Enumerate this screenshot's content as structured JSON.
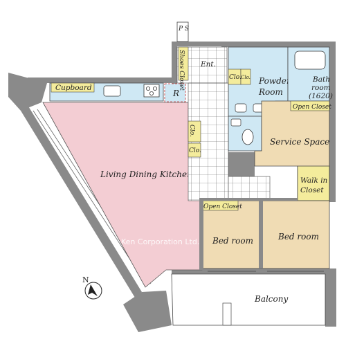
{
  "rooms": {
    "ldk": "Living Dining Kitchen",
    "cupboard": "Cupboard",
    "refrigerator": "R",
    "entrance": "Ent.",
    "shoes_closet": "Shoes Closet",
    "ps": "P S",
    "clo_left_1": "Clo.",
    "clo_left_2": "Clo.",
    "clo_top_1": "Clo.",
    "clo_top_2": "Clo.",
    "powder_room_line1": "Powder",
    "powder_room_line2": "Room",
    "bath_line1": "Bath",
    "bath_line2": "room",
    "bath_line3": "(1620)",
    "open_closet_right": "Open Closet",
    "service_space": "Service Space",
    "walk_in_line1": "Walk in",
    "walk_in_line2": "Closet",
    "open_closet_bed": "Open Closet",
    "bedroom_1": "Bed room",
    "bedroom_2": "Bed room",
    "balcony": "Balcony",
    "compass_n": "N"
  },
  "watermark": "Ken Corporation Ltd.",
  "colors": {
    "ldk": "#f3cdd3",
    "bedroom": "#f0dcb4",
    "wet_area": "#cfe8f4",
    "label_box": "#f4ec9c",
    "wall": "#8a8a8a",
    "floor_tile": "#ffffff"
  }
}
